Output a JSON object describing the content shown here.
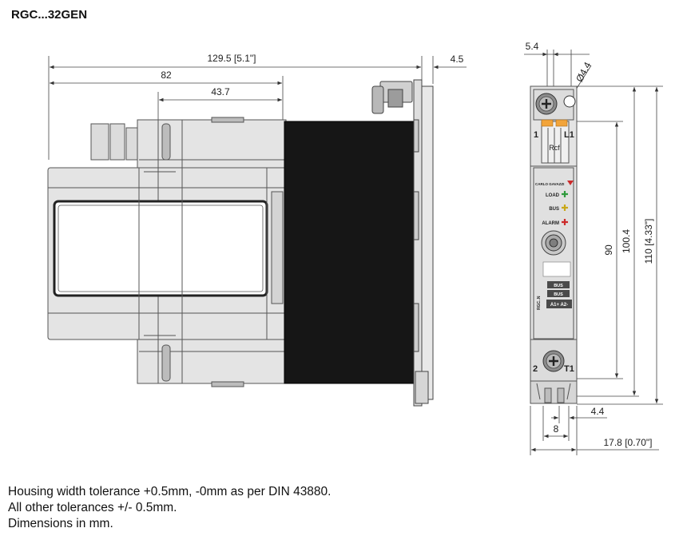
{
  "title": "RGC...32GEN",
  "notes": [
    "Housing width tolerance +0.5mm, -0mm as per DIN 43880.",
    "All other tolerances +/- 0.5mm.",
    "Dimensions in mm."
  ],
  "side_view": {
    "dim_overall": "129.5 [5.1\"]",
    "dim_offset": "4.5",
    "dim_82": "82",
    "dim_43_7": "43.7"
  },
  "front_view": {
    "dim_top": "5.4",
    "dim_hole": "Ø4.4",
    "dim_90": "90",
    "dim_100_4": "100.4",
    "dim_110": "110 [4.33\"]",
    "dim_4_4": "4.4",
    "dim_8": "8",
    "dim_17_8": "17.8 [0.70\"]",
    "brand": "CARLO GAVAZZI",
    "led_load": "LOAD",
    "led_bus": "BUS",
    "led_alarm": "ALARM",
    "bus_label_1": "BUS",
    "bus_label_2": "BUS",
    "terminal_a": "A1+ A2-",
    "model_side": "RGC..N",
    "term_1": "1",
    "term_l1": "L1",
    "term_2": "2",
    "term_t1": "T1",
    "rcf": "Rcf"
  },
  "colors": {
    "housing": "#e4e4e4",
    "heatsink": "#161616",
    "terminal_orange": "#f2a43a",
    "led_green": "#2e9a3c",
    "led_yellow": "#c9a818",
    "led_red": "#cc2a2a"
  }
}
